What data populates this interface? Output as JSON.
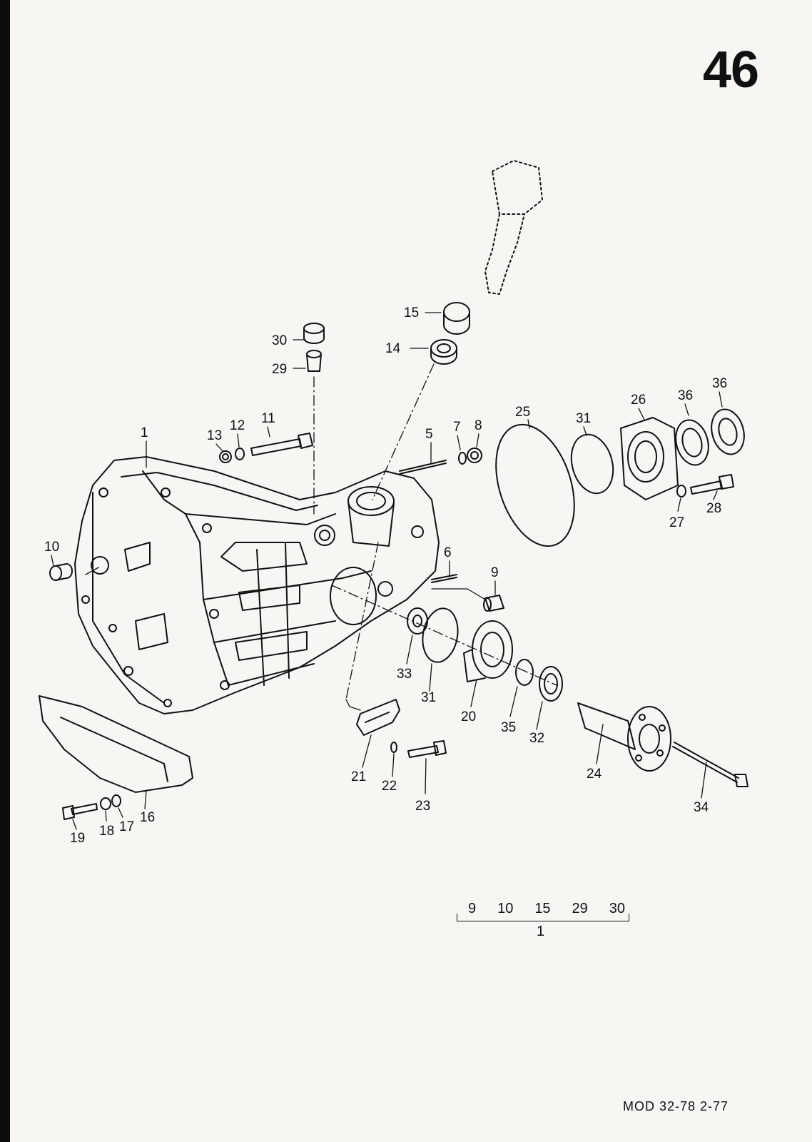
{
  "page": {
    "number": "46",
    "footer": "MOD 32-78  2-77"
  },
  "callouts": [
    "1",
    "5",
    "6",
    "7",
    "8",
    "9",
    "10",
    "11",
    "12",
    "13",
    "14",
    "15",
    "16",
    "17",
    "18",
    "19",
    "20",
    "21",
    "22",
    "23",
    "24",
    "25",
    "26",
    "27",
    "28",
    "29",
    "30",
    "31",
    "31",
    "32",
    "33",
    "34",
    "35",
    "36",
    "36"
  ],
  "assembly_group": {
    "parts": [
      "9",
      "10",
      "15",
      "29",
      "30"
    ],
    "parent": "1"
  }
}
